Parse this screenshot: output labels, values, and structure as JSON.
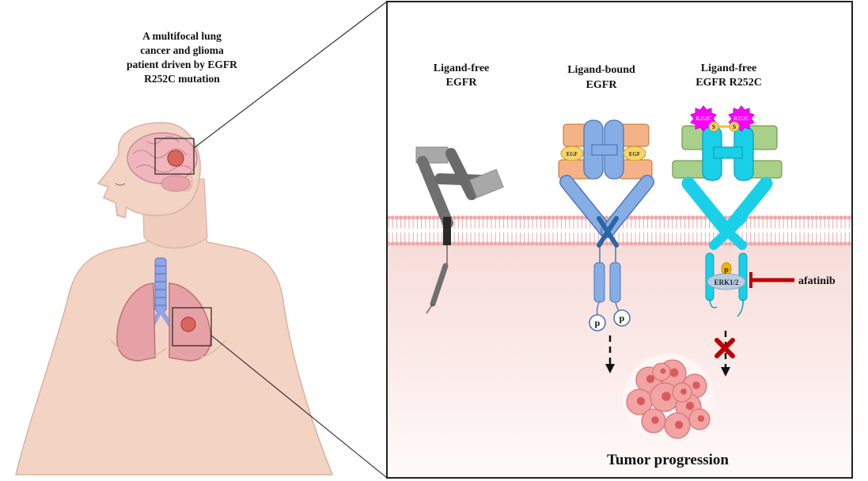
{
  "patient_caption": [
    "A multifocal  lung",
    "cancer and glioma",
    "patient driven by EGFR",
    "R252C mutation"
  ],
  "panels": [
    {
      "id": "ligand-free",
      "title": [
        "Ligand-free",
        "EGFR"
      ]
    },
    {
      "id": "ligand-bound",
      "title": [
        "Ligand-bound",
        "EGFR"
      ]
    },
    {
      "id": "r252c",
      "title": [
        "Ligand-free",
        "EGFR R252C"
      ]
    }
  ],
  "labels": {
    "egf": "EGF",
    "phospho": "p",
    "mutation": "R252C",
    "disulfide": "S",
    "erk": "ERK1/2",
    "drug": "afatinib",
    "outcome": "Tumor progression"
  },
  "colors": {
    "membrane": "#f0a8a8",
    "cytoplasm": "#fbe7e5",
    "egfr_wt": "#86aee4",
    "egfr_r252c": "#19d0e8",
    "egf_domain": "#f3b387",
    "r252c_domain": "#a8d088",
    "inactive_egfr": "#707070",
    "inhibitor": "#c00000",
    "mutation_badge": "#ff00ff"
  }
}
